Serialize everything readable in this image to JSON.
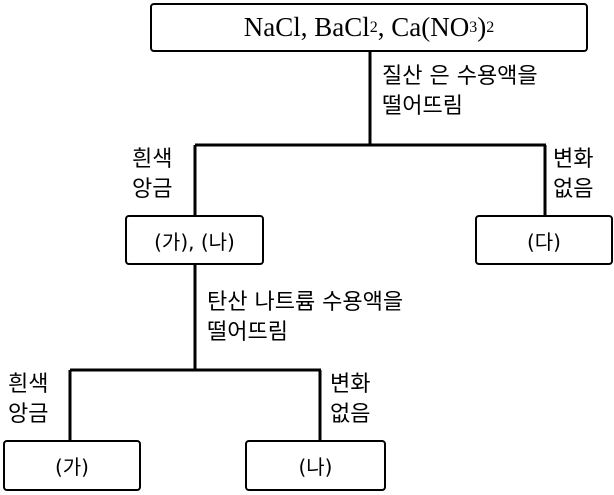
{
  "top_box": {
    "parts": [
      "NaCl, BaCl",
      "2",
      ", Ca(NO",
      "3",
      ")",
      "2"
    ]
  },
  "step1": {
    "line1": "질산 은 수용액을",
    "line2": "떨어뜨림"
  },
  "step1_left": {
    "line1": "흰색",
    "line2": "앙금"
  },
  "step1_right": {
    "line1": "변화",
    "line2": "없음"
  },
  "box_ga_na": "(가), (나)",
  "box_da": "(다)",
  "step2": {
    "line1": "탄산 나트륨 수용액을",
    "line2": "떨어뜨림"
  },
  "step2_left": {
    "line1": "흰색",
    "line2": "앙금"
  },
  "step2_right": {
    "line1": "변화",
    "line2": "없음"
  },
  "box_ga": "(가)",
  "box_na": "(나)"
}
